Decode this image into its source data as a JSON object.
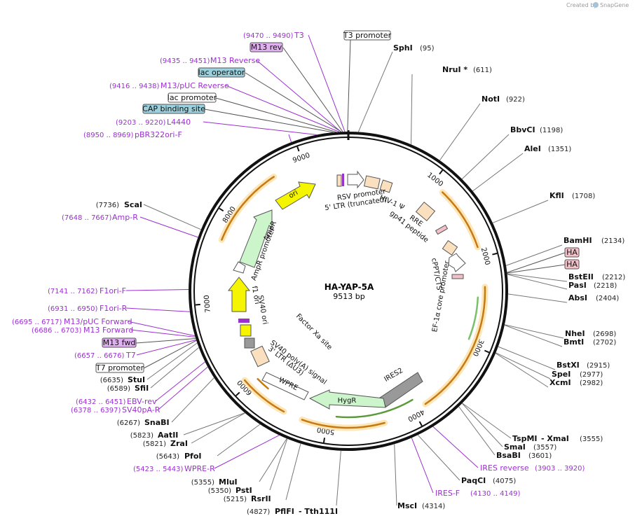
{
  "brand": {
    "created_by": "Created by",
    "app_name": "SnapGene"
  },
  "plasmid": {
    "name": "HA-YAP-5A",
    "size": "9513 bp",
    "length": 9513
  },
  "ticks": [
    "1000",
    "2000",
    "3000",
    "4000",
    "5000",
    "6000",
    "7000",
    "8000",
    "9000"
  ],
  "enzymes": [
    {
      "name": "SphI",
      "pos": "(95)"
    },
    {
      "name": "NruI *",
      "pos": "(611)"
    },
    {
      "name": "NotI",
      "pos": "(922)"
    },
    {
      "name": "BbvCI",
      "pos": "(1198)"
    },
    {
      "name": "AleI",
      "pos": "(1351)"
    },
    {
      "name": "KflI",
      "pos": "(1708)"
    },
    {
      "name": "BamHI",
      "pos": "(2134)"
    },
    {
      "name": "BstEII",
      "pos": "(2212)"
    },
    {
      "name": "PasI",
      "pos": "(2218)"
    },
    {
      "name": "AbsI",
      "pos": "(2404)"
    },
    {
      "name": "NheI",
      "pos": "(2698)"
    },
    {
      "name": "BmtI",
      "pos": "(2702)"
    },
    {
      "name": "BstXI",
      "pos": "(2915)"
    },
    {
      "name": "SpeI",
      "pos": "(2977)"
    },
    {
      "name": "XcmI",
      "pos": "(2982)"
    },
    {
      "name": "TspMI",
      "sep": "- XmaI",
      "pos": "(3555)"
    },
    {
      "name": "SmaI",
      "pos": "(3557)"
    },
    {
      "name": "BsaBI",
      "pos": "(3601)"
    },
    {
      "name": "PaqCI",
      "pos": "(4075)"
    },
    {
      "name": "MscI",
      "pos": "(4314)"
    },
    {
      "name": "PflFI",
      "sep": "- Tth111I",
      "pos": "(4827)"
    },
    {
      "name": "RsrII",
      "pos": "(5215)"
    },
    {
      "name": "PstI",
      "pos": "(5350)"
    },
    {
      "name": "MluI",
      "pos": "(5355)"
    },
    {
      "name": "PfoI",
      "pos": "(5643)"
    },
    {
      "name": "ZraI",
      "pos": "(5821)"
    },
    {
      "name": "AatII",
      "pos": "(5823)"
    },
    {
      "name": "SnaBI",
      "pos": "(6267)"
    },
    {
      "name": "SfiI",
      "pos": "(6589)"
    },
    {
      "name": "StuI",
      "pos": "(6635)"
    },
    {
      "name": "ScaI",
      "pos": "(7736)"
    }
  ],
  "primers": [
    {
      "name": "T3",
      "range": "(9470 .. 9490)"
    },
    {
      "name": "M13 Reverse",
      "range": "(9435 .. 9451)"
    },
    {
      "name": "M13/pUC Reverse",
      "range": "(9416 .. 9438)"
    },
    {
      "name": "L4440",
      "range": "(9203 .. 9220)"
    },
    {
      "name": "pBR322ori-F",
      "range": "(8950 .. 8969)"
    },
    {
      "name": "Amp-R",
      "range": "(7648 .. 7667)"
    },
    {
      "name": "F1ori-F",
      "range": "(7141 .. 7162)"
    },
    {
      "name": "F1ori-R",
      "range": "(6931 .. 6950)"
    },
    {
      "name": "M13/pUC Forward",
      "range": "(6695 .. 6717)"
    },
    {
      "name": "M13 Forward",
      "range": "(6686 .. 6703)"
    },
    {
      "name": "T7",
      "range": "(6657 .. 6676)"
    },
    {
      "name": "EBV-rev",
      "range": "(6432 .. 6451)"
    },
    {
      "name": "SV40pA-R",
      "range": "(6378 .. 6397)"
    },
    {
      "name": "WPRE-R",
      "range": "(5423 .. 5443)"
    },
    {
      "name": "IRES reverse",
      "range": "(3903 .. 3920)"
    },
    {
      "name": "IRES-F",
      "range": "(4130 .. 4149)"
    }
  ],
  "boxed_features": {
    "t3_promoter": "T3 promoter",
    "m13_rev": "M13 rev",
    "lac_operator": "lac operator",
    "lac_promoter": "lac promoter",
    "cap_site": "CAP binding site",
    "ha1": "HA",
    "ha2": "HA",
    "m13_fwd": "M13 fwd",
    "t7_promoter": "T7 promoter"
  },
  "inner_features": {
    "rsv": "RSV promoter",
    "ltr5": "5' LTR (truncated)",
    "hiv": "HIV-1 Ψ",
    "rre": "RRE",
    "gp41": "gp41 peptide",
    "cppt": "cPPT/CTS",
    "ef1a": "EF-1α core promoter",
    "ires2": "IRES2",
    "hygr": "HygR",
    "wpre": "WPRE",
    "ltr3": "3' LTR (ΔU3)",
    "sv40pa": "SV40 poly(A) signal",
    "factorxa": "Factor Xa site",
    "sv40ori": "SV40 ori",
    "f1ori": "f1 ori",
    "ampr_prom": "AmpR promoter",
    "ampr": "AmpR",
    "ori": "ori"
  },
  "colors": {
    "primer": "#9b30d0",
    "ori": "#f5f500",
    "ampr": "#ccf5cc",
    "hygr": "#ccf5cc",
    "ires": "#999999",
    "ltr": "#fbe0c0",
    "lac_operator": "#9cd0dc",
    "cap_site": "#9cd0dc",
    "m13": "#e0b0f0",
    "ha": "#f2c0c8",
    "orf_arrow": "#c77a14"
  }
}
